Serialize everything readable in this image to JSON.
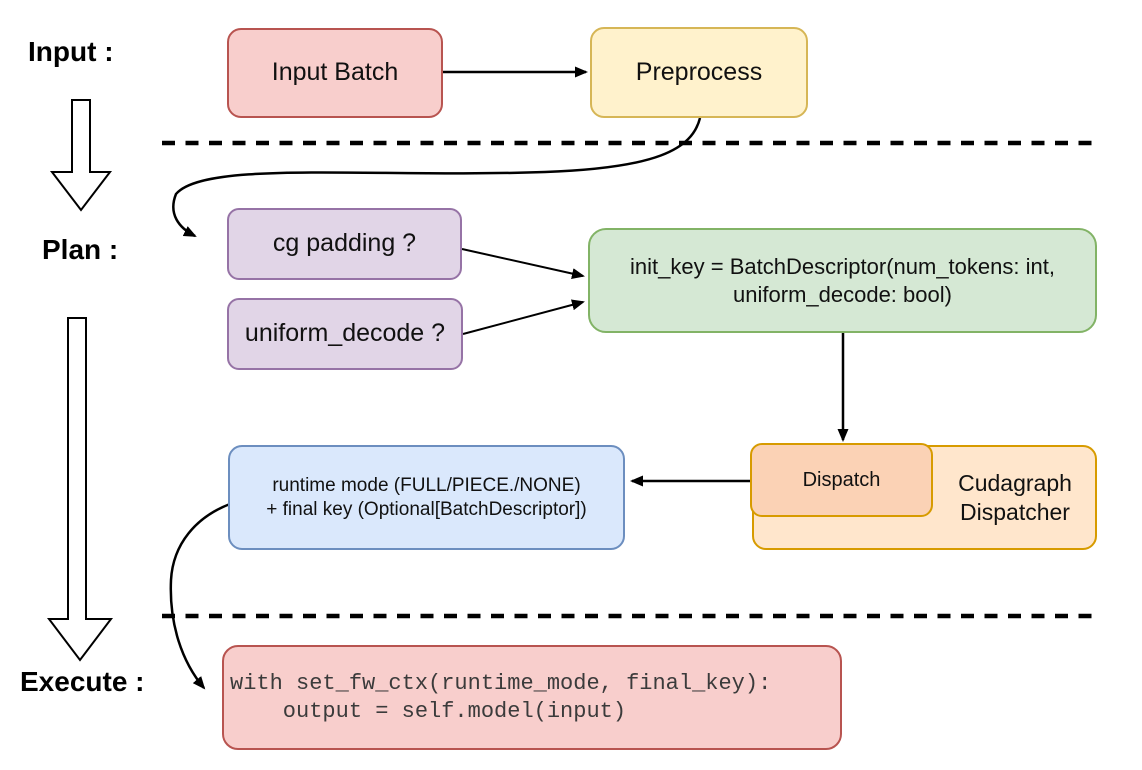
{
  "diagram": {
    "stage_labels": {
      "input": "Input :",
      "plan": "Plan :",
      "execute": "Execute :"
    },
    "nodes": {
      "input_batch": {
        "label": "Input Batch"
      },
      "preprocess": {
        "label": "Preprocess"
      },
      "cg_padding": {
        "label": "cg padding ?"
      },
      "uniform_decode": {
        "label": "uniform_decode ?"
      },
      "init_key": {
        "line1": "init_key = BatchDescriptor(num_tokens: int,",
        "line2": "uniform_decode: bool)"
      },
      "runtime_mode": {
        "line1": "runtime mode (FULL/PIECE./NONE)",
        "line2": "+ final key (Optional[BatchDescriptor])"
      },
      "dispatch": {
        "label": "Dispatch"
      },
      "cudagraph_dispatcher": {
        "line1": "Cudagraph",
        "line2": "Dispatcher"
      },
      "execute_code": {
        "line1": "with set_fw_ctx(runtime_mode, final_key):",
        "line2": "    output = self.model(input)"
      }
    },
    "colors": {
      "red_fill": "#f8cecc",
      "red_border": "#b85450",
      "yellow_fill": "#fff2cc",
      "yellow_border": "#d6b656",
      "purple_fill": "#e1d5e7",
      "purple_border": "#9673a6",
      "green_fill": "#d5e8d4",
      "green_border": "#82b366",
      "blue_fill": "#dae8fc",
      "blue_border": "#6c8ebf",
      "orange_fill": "#ffe6cc",
      "orange_border": "#d79b00",
      "dispatch_fill": "#fbd2b5",
      "connector": "#000000",
      "code_text": "#3b3b3b"
    }
  }
}
